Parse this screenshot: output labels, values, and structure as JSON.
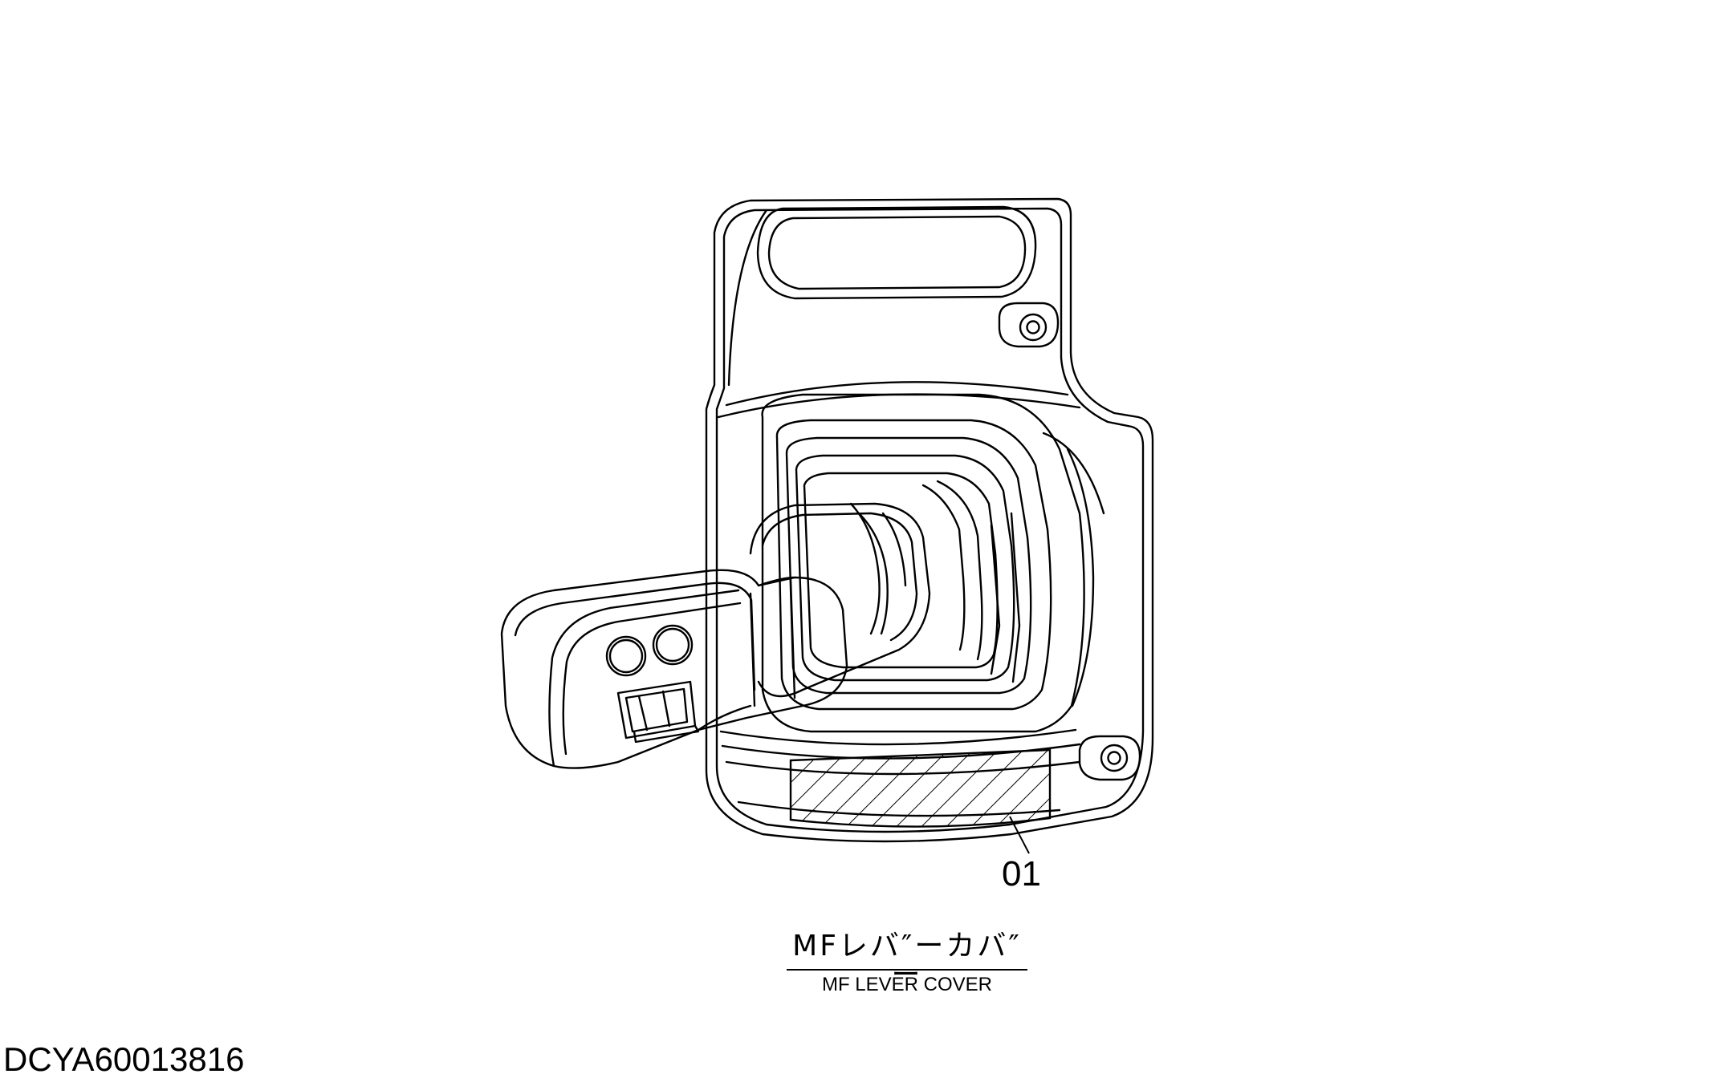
{
  "callout": {
    "label": "01"
  },
  "title": {
    "japanese": "MFレバ″ーカバ″ー",
    "english": "MF LEVER COVER"
  },
  "drawing_id": "DCYA60013816",
  "part": {
    "name_icon": "mf-lever-cover-drawing",
    "hatched_area_icon": "label-area-hatch"
  },
  "colors": {
    "ink": "#000000",
    "paper": "#ffffff"
  }
}
